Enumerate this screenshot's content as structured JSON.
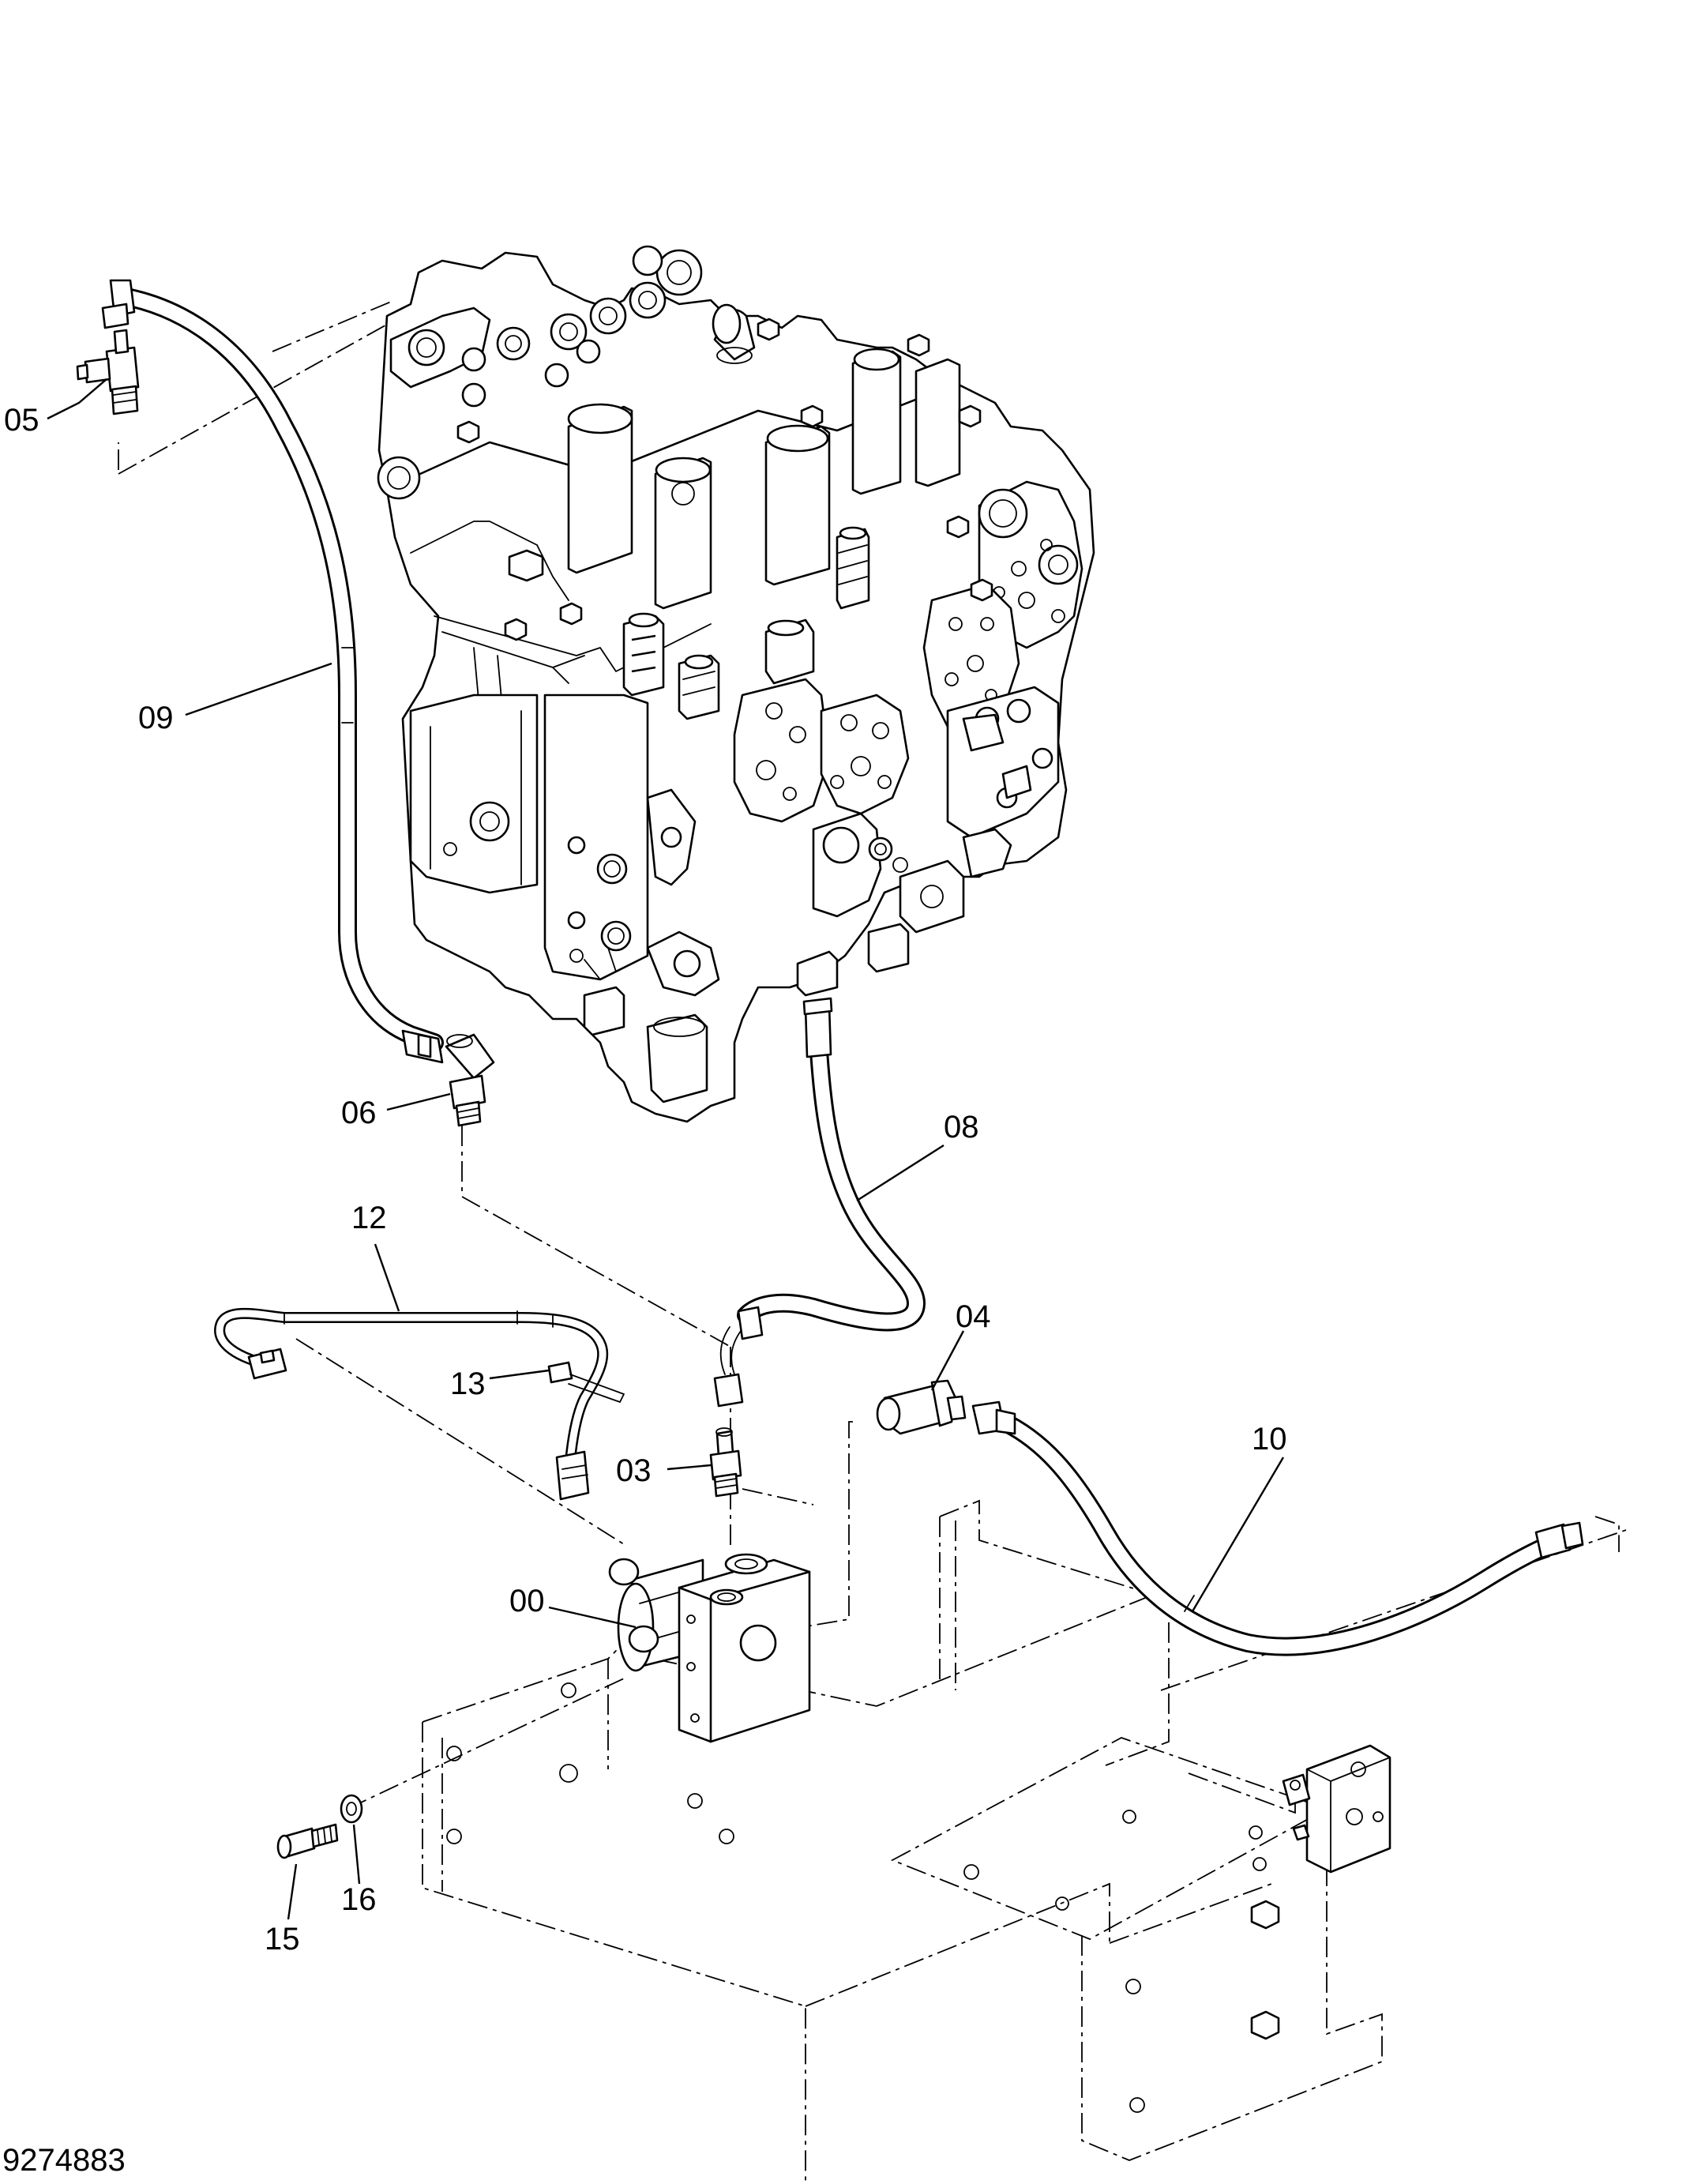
{
  "callouts": {
    "c00": "00",
    "c03": "03",
    "c04": "04",
    "c05": "05",
    "c06": "06",
    "c08": "08",
    "c09": "09",
    "c10": "10",
    "c12": "12",
    "c13": "13",
    "c15": "15",
    "c16": "16"
  },
  "drawing_number": "9274883"
}
